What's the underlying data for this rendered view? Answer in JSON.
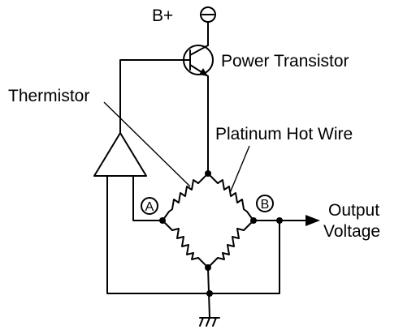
{
  "labels": {
    "supply": "B+",
    "power_transistor": "Power Transistor",
    "thermistor": "Thermistor",
    "platinum_hot_wire": "Platinum Hot Wire",
    "output_line1": "Output",
    "output_line2": "Voltage",
    "node_a": "A",
    "node_b": "B"
  }
}
